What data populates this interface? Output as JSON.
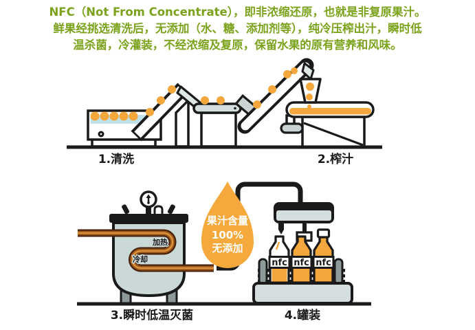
{
  "intro": {
    "lines": [
      "NFC（Not From Concentrate），即非浓缩还原，也就是非复原果汁。",
      "鲜果经挑选清洗后，无添加（水、糖、添加剂等），纯冷压榨出汁，瞬时低",
      "温杀菌，冷灌装，不经浓缩及复原，保留水果的原有营养和风味。"
    ]
  },
  "steps": {
    "step1": "1.清洗",
    "step2": "2.榨汁",
    "step3": "3.瞬时低温灭菌",
    "step4": "4.罐装"
  },
  "sterilizer": {
    "heating": "加热",
    "cooling": "冷却"
  },
  "droplet": {
    "title": "果汁含量",
    "percent": "100%",
    "subtitle": "无添加"
  },
  "bottle": {
    "label": "nfc"
  },
  "colors": {
    "accent_green": "#7CA31D",
    "accent_orange": "#F3A73C",
    "water_blue": "#BFE2EA",
    "machine_gray": "#D5DEDE",
    "dark_gray": "#8E9A9A",
    "pipe_brown": "#A05A1C",
    "ink": "#1A1A1A"
  }
}
